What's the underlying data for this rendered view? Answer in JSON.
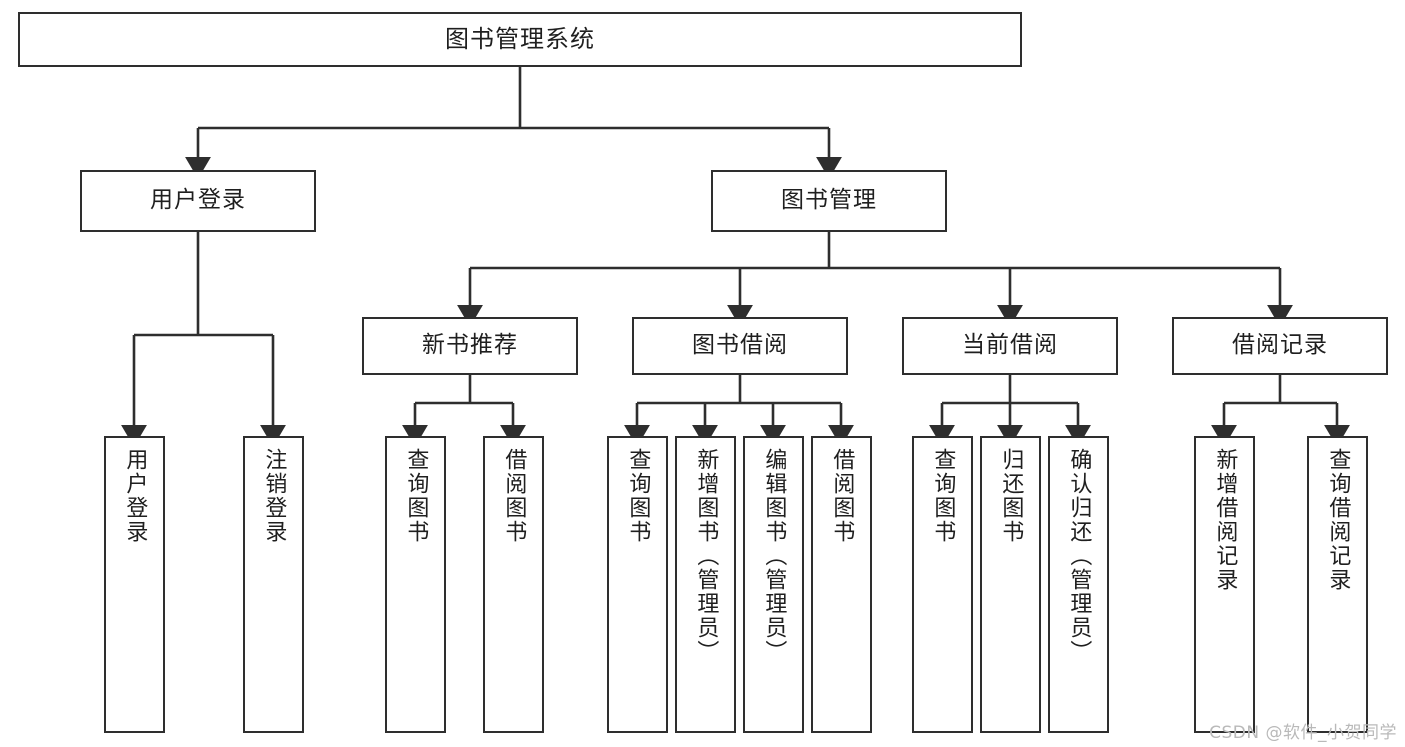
{
  "diagram": {
    "title": "图书管理系统",
    "type": "tree-hierarchy-chart",
    "colors": {
      "stroke": "#2e2e2e",
      "fill": "#ffffff",
      "text": "#1f1f1f",
      "watermark": "#b9b9b9"
    },
    "root": {
      "label": "图书管理系统"
    },
    "level2": [
      {
        "label": "用户登录"
      },
      {
        "label": "图书管理"
      }
    ],
    "level3": [
      {
        "label": "新书推荐"
      },
      {
        "label": "图书借阅"
      },
      {
        "label": "当前借阅"
      },
      {
        "label": "借阅记录"
      }
    ],
    "leaves": {
      "user_login": [
        {
          "label": "用户登录"
        },
        {
          "label": "注销登录"
        }
      ],
      "new_book_recommend": [
        {
          "label": "查询图书"
        },
        {
          "label": "借阅图书"
        }
      ],
      "book_borrow": [
        {
          "label": "查询图书"
        },
        {
          "label": "新增图书（管理员）"
        },
        {
          "label": "编辑图书（管理员）"
        },
        {
          "label": "借阅图书"
        }
      ],
      "current_borrow": [
        {
          "label": "查询图书"
        },
        {
          "label": "归还图书"
        },
        {
          "label": "确认归还（管理员）"
        }
      ],
      "borrow_record": [
        {
          "label": "新增借阅记录"
        },
        {
          "label": "查询借阅记录"
        }
      ]
    }
  },
  "watermark": {
    "text": "CSDN @软件_小贺同学"
  }
}
